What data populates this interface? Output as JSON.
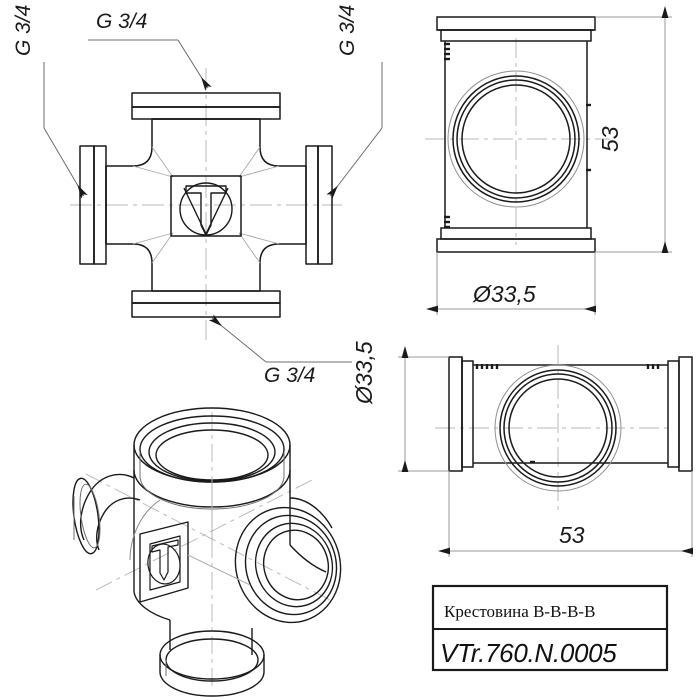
{
  "sheet": {
    "background": "#ffffff",
    "line_color": "#1a1a1a",
    "thin_line_color": "#9a9a9a",
    "centerline_color": "#b5b5b5"
  },
  "drawing": {
    "subject": "pipe-cross-fitting",
    "views": [
      {
        "name": "front-cross-view",
        "label": ""
      },
      {
        "name": "right-side-vertical-view",
        "label": ""
      },
      {
        "name": "right-side-horizontal-view",
        "label": ""
      },
      {
        "name": "isometric-3d-view",
        "label": ""
      }
    ]
  },
  "thread_labels": {
    "top": "G 3/4",
    "left": "G 3/4",
    "right": "G 3/4",
    "bottom": "G 3/4"
  },
  "dimensions": {
    "diameter_top_view": "Ø33,5",
    "height_top_view": "53",
    "diameter_bottom_view": "Ø33,5",
    "width_bottom_view": "53"
  },
  "logo": {
    "name": "valtec-vt-logo",
    "letters": "VT"
  },
  "title_block": {
    "name_row": "Крестовина В-В-В-В",
    "code_row": "VTr.760.N.0005"
  }
}
